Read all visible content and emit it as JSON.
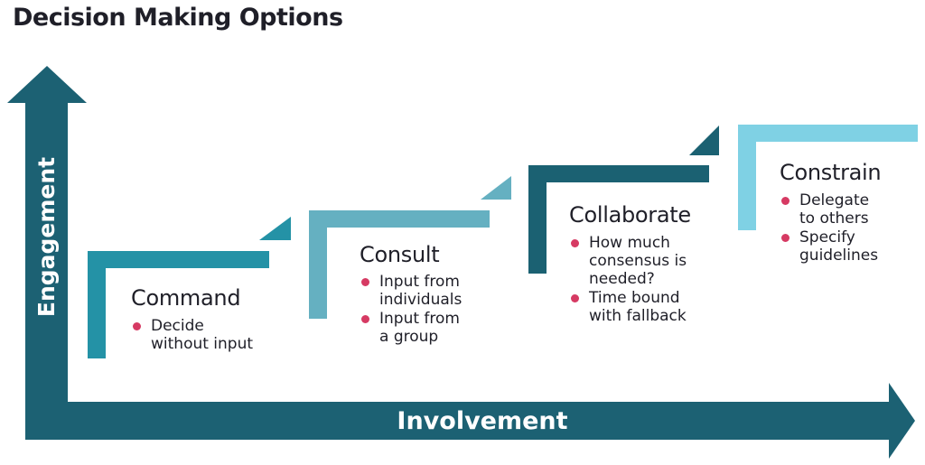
{
  "page": {
    "title": "Decision Making Options",
    "background": "#ffffff",
    "title_color": "#1f1f28"
  },
  "axes": {
    "color": "#1c6173",
    "label_color": "#ffffff",
    "y_axis": {
      "label": "Engagement"
    },
    "x_axis": {
      "label": "Involvement"
    }
  },
  "bullet_dot_color": "#d63a63",
  "steps": [
    {
      "id": "command",
      "title": "Command",
      "color": "#2492a6",
      "bullets": [
        "Decide without input"
      ]
    },
    {
      "id": "consult",
      "title": "Consult",
      "color": "#65b0c1",
      "bullets": [
        "Input from individuals",
        "Input from a group"
      ]
    },
    {
      "id": "collaborate",
      "title": "Collaborate",
      "color": "#1b6172",
      "bullets": [
        "How much consensus is needed?",
        "Time bound with fallback"
      ]
    },
    {
      "id": "constrain",
      "title": "Constrain",
      "color": "#7fd1e4",
      "bullets": [
        "Delegate to others",
        "Specify guidelines"
      ]
    }
  ]
}
